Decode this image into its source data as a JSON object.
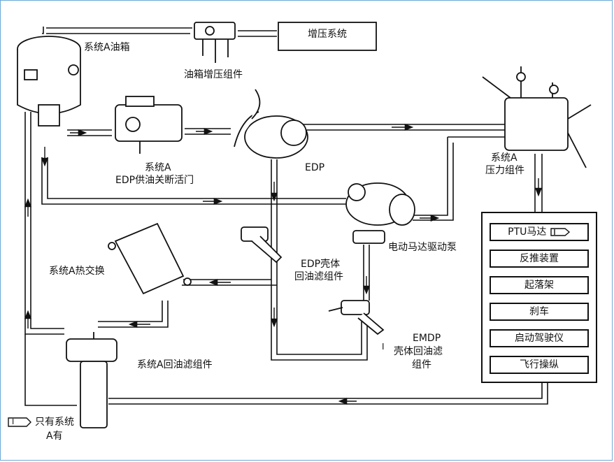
{
  "labels": {
    "reservoir": "系统A油箱",
    "pressurization_module": "油箱增压组件",
    "pressurization_system": "增压系统",
    "edp_valve_line1": "系统A",
    "edp_valve_line2": "EDP供油关断活门",
    "edp": "EDP",
    "pressure_module_line1": "系统A",
    "pressure_module_line2": "压力组件",
    "emdp": "电动马达驱动泵",
    "heat_exchanger": "系统A热交换",
    "edp_filter_line1": "EDP壳体",
    "edp_filter_line2": "回油滤组件",
    "emdp_filter_line1": "EMDP",
    "emdp_filter_line2": "壳体回油滤",
    "emdp_filter_line3": "组件",
    "return_filter": "系统A回油滤组件",
    "note_line1": "只有系统",
    "note_line2": "A有",
    "tag_letter": "I"
  },
  "users_panel": {
    "items": [
      "PTU马达",
      "反推装置",
      "起落架",
      "刹车",
      "启动驾驶仪",
      "飞行操纵"
    ]
  },
  "colors": {
    "line": "#111111",
    "frame": "#6aa9d8"
  }
}
